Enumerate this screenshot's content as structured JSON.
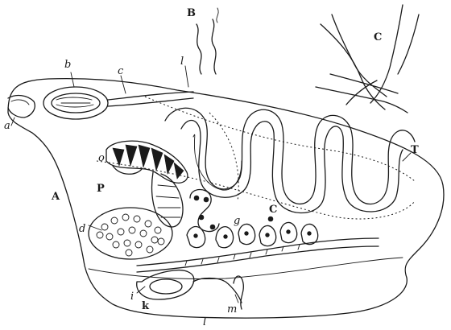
{
  "labels": {
    "a": "a",
    "b": "b",
    "c": "c",
    "l": "l",
    "B": "B",
    "C": "C",
    "o": "o",
    "P": "P",
    "A": "A",
    "g": "g",
    "c2": "C",
    "T": "T",
    "d": "d",
    "i": "i",
    "k": "k",
    "l2": "l",
    "m": "m"
  }
}
